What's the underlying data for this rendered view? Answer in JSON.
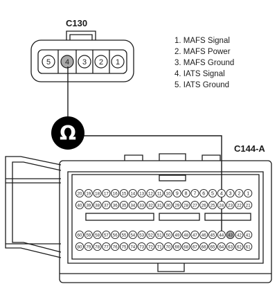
{
  "connector_top": {
    "name": "C130",
    "pins": [
      "5",
      "4",
      "3",
      "2",
      "1"
    ],
    "highlighted_pin": "4"
  },
  "legend": [
    "1. MAFS Signal",
    "2. MAFS Power",
    "3. MAFS Ground",
    "4. IATS Signal",
    "5. IATS Ground"
  ],
  "meter": {
    "symbol": "Ω"
  },
  "connector_bottom": {
    "name": "C144-A",
    "rows": [
      [
        "20",
        "19",
        "18",
        "17",
        "16",
        "15",
        "14",
        "13",
        "12",
        "11",
        "10",
        "9",
        "8",
        "7",
        "6",
        "5",
        "4",
        "3",
        "2",
        "1"
      ],
      [
        "40",
        "39",
        "38",
        "37",
        "36",
        "35",
        "34",
        "33",
        "32",
        "31",
        "30",
        "29",
        "28",
        "27",
        "26",
        "25",
        "24",
        "23",
        "22",
        "21"
      ],
      [
        "60",
        "59",
        "58",
        "57",
        "56",
        "55",
        "54",
        "53",
        "52",
        "51",
        "50",
        "49",
        "48",
        "47",
        "46",
        "45",
        "44",
        "43",
        "42",
        "41"
      ],
      [
        "80",
        "79",
        "78",
        "77",
        "76",
        "75",
        "74",
        "73",
        "72",
        "71",
        "70",
        "69",
        "68",
        "67",
        "66",
        "65",
        "64",
        "63",
        "62",
        "61"
      ]
    ],
    "highlighted_pin": "43"
  },
  "colors": {
    "line": "#1a1a1a",
    "highlight": "#a9a9a9",
    "meter_fill": "#000000",
    "meter_symbol": "#ffffff"
  }
}
